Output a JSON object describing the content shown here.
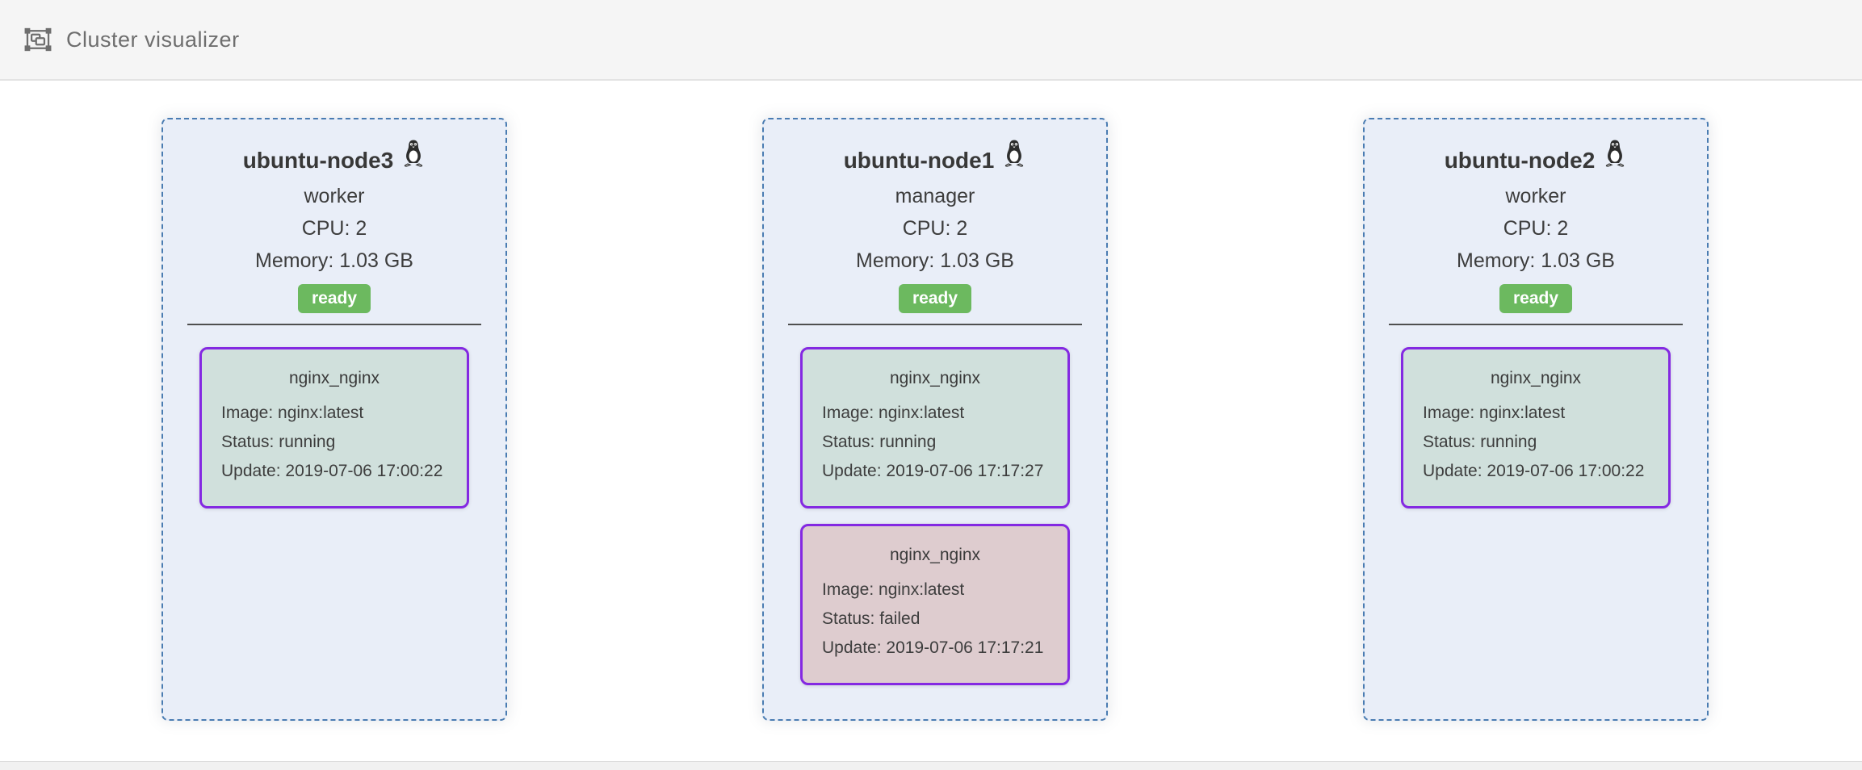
{
  "header": {
    "title": "Cluster visualizer",
    "icon": "object-group-icon"
  },
  "colors": {
    "header_bg": "#f5f5f5",
    "node_bg": "#e9eef8",
    "node_border_blue": "#4a7cb2",
    "container_border_purple": "#8429e2",
    "container_running_bg": "#d0e0dc",
    "container_failed_bg": "#decccf",
    "ready_badge_green": "#6cb95f"
  },
  "nodes": [
    {
      "name": "ubuntu-node3",
      "os_icon": "tux-penguin-icon",
      "role": "worker",
      "cpu_label": "CPU: 2",
      "memory_label": "Memory: 1.03 GB",
      "status": "ready",
      "containers": [
        {
          "title": "nginx_nginx",
          "image_label": "Image: nginx:latest",
          "status_label": "Status: running",
          "update_label": "Update: 2019-07-06 17:00:22",
          "state": "running"
        }
      ]
    },
    {
      "name": "ubuntu-node1",
      "os_icon": "tux-penguin-icon",
      "role": "manager",
      "cpu_label": "CPU: 2",
      "memory_label": "Memory: 1.03 GB",
      "status": "ready",
      "containers": [
        {
          "title": "nginx_nginx",
          "image_label": "Image: nginx:latest",
          "status_label": "Status: running",
          "update_label": "Update: 2019-07-06 17:17:27",
          "state": "running"
        },
        {
          "title": "nginx_nginx",
          "image_label": "Image: nginx:latest",
          "status_label": "Status: failed",
          "update_label": "Update: 2019-07-06 17:17:21",
          "state": "failed"
        }
      ]
    },
    {
      "name": "ubuntu-node2",
      "os_icon": "tux-penguin-icon",
      "role": "worker",
      "cpu_label": "CPU: 2",
      "memory_label": "Memory: 1.03 GB",
      "status": "ready",
      "containers": [
        {
          "title": "nginx_nginx",
          "image_label": "Image: nginx:latest",
          "status_label": "Status: running",
          "update_label": "Update: 2019-07-06 17:00:22",
          "state": "running"
        }
      ]
    }
  ]
}
